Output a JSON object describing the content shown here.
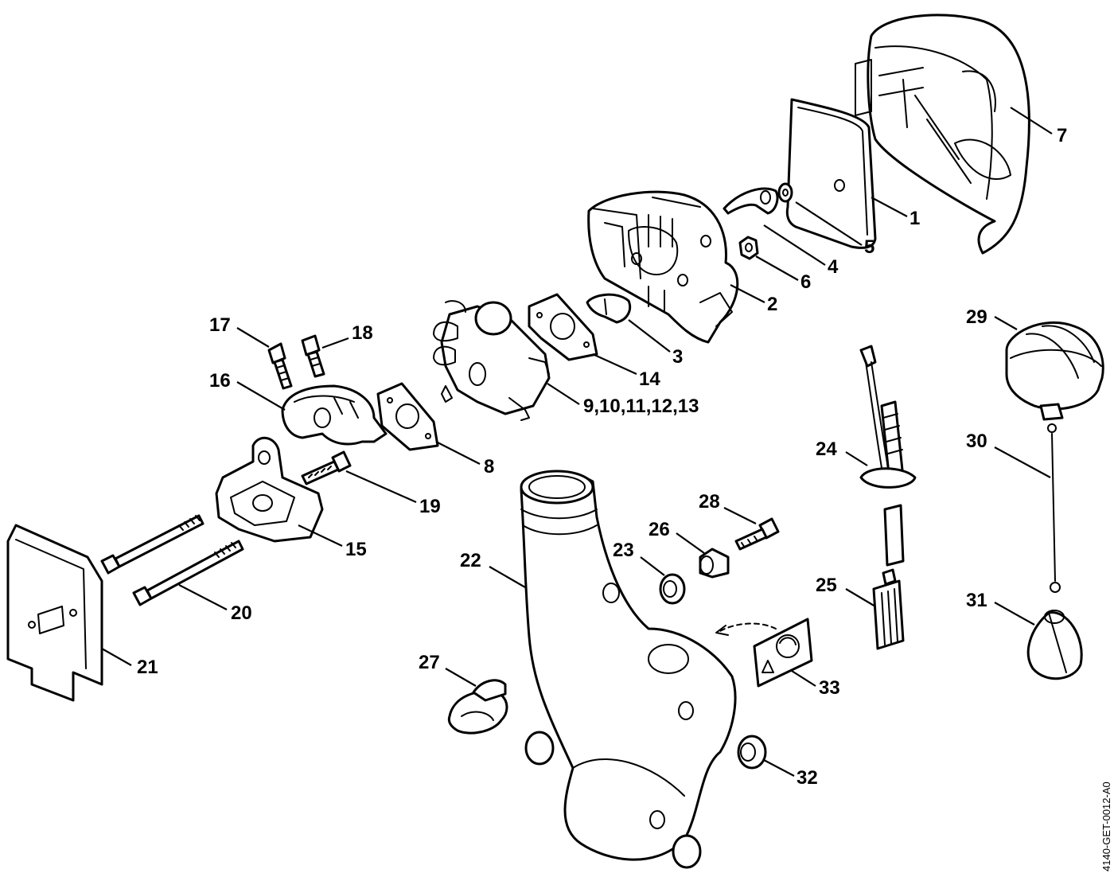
{
  "diagram_code": "4140-GET-0012-A0",
  "callouts": [
    {
      "id": "c7",
      "text": "7"
    },
    {
      "id": "c1",
      "text": "1"
    },
    {
      "id": "c5",
      "text": "5"
    },
    {
      "id": "c4",
      "text": "4"
    },
    {
      "id": "c6",
      "text": "6"
    },
    {
      "id": "c2",
      "text": "2"
    },
    {
      "id": "c3",
      "text": "3"
    },
    {
      "id": "c14",
      "text": "14"
    },
    {
      "id": "c9",
      "text": "9,10,11,12,13"
    },
    {
      "id": "c17",
      "text": "17"
    },
    {
      "id": "c18",
      "text": "18"
    },
    {
      "id": "c16",
      "text": "16"
    },
    {
      "id": "c8",
      "text": "8"
    },
    {
      "id": "c19",
      "text": "19"
    },
    {
      "id": "c15",
      "text": "15"
    },
    {
      "id": "c20",
      "text": "20"
    },
    {
      "id": "c21",
      "text": "21"
    },
    {
      "id": "c22",
      "text": "22"
    },
    {
      "id": "c23",
      "text": "23"
    },
    {
      "id": "c26",
      "text": "26"
    },
    {
      "id": "c28",
      "text": "28"
    },
    {
      "id": "c24",
      "text": "24"
    },
    {
      "id": "c25",
      "text": "25"
    },
    {
      "id": "c29",
      "text": "29"
    },
    {
      "id": "c30",
      "text": "30"
    },
    {
      "id": "c31",
      "text": "31"
    },
    {
      "id": "c27",
      "text": "27"
    },
    {
      "id": "c33",
      "text": "33"
    },
    {
      "id": "c32",
      "text": "32"
    }
  ]
}
